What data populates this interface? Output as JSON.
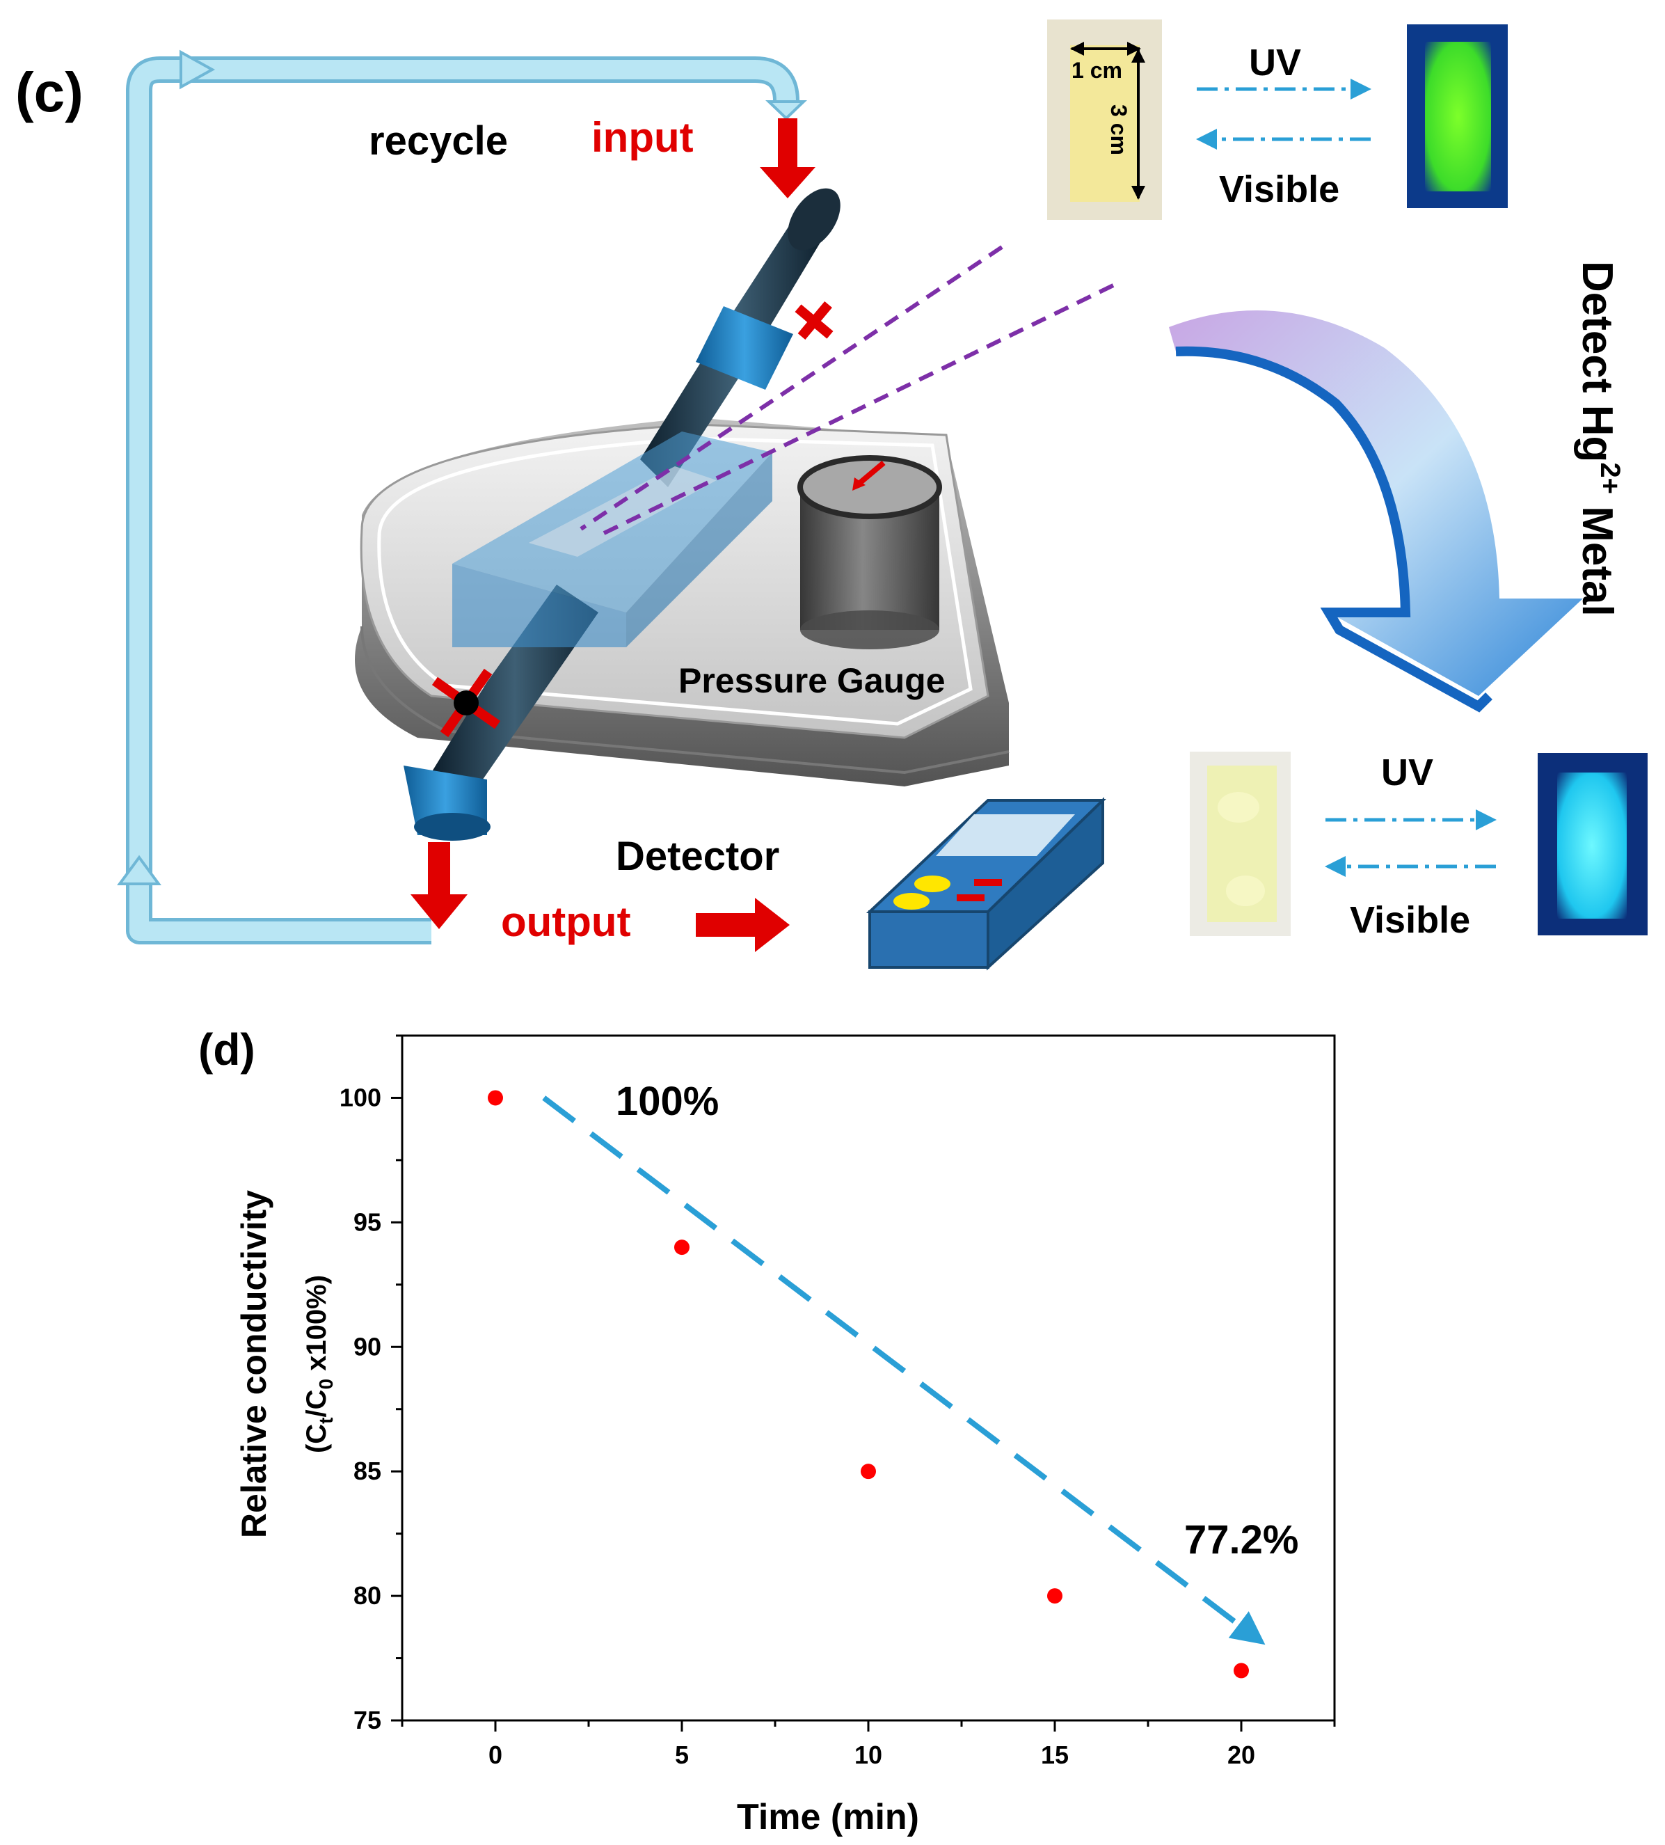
{
  "panel_c": {
    "label": "(c)",
    "recycle": "recycle",
    "input": "input",
    "output": "output",
    "detector": "Detector",
    "pressure_gauge": "Pressure Gauge",
    "detect_text_pre": "Detect Hg",
    "detect_text_sup": "2+",
    "detect_text_post": " Metal",
    "top_pair": {
      "uv": "UV",
      "visible": "Visible",
      "width_label": "1 cm",
      "height_label": "3 cm"
    },
    "bottom_pair": {
      "uv": "UV",
      "visible": "Visible"
    },
    "colors": {
      "pipe": "#1f3b4d",
      "collar": "#1b75b8",
      "flow_arrow": "#e00000",
      "recycle_loop": "#a8dcee",
      "laser": "#7d2fa8",
      "detector_body": "#2f7bc0",
      "strip_plain": "#f3e89a",
      "strip_green_glow": "#3cff3c",
      "strip_cyan_glow": "#28e6f5"
    }
  },
  "panel_d": {
    "label": "(d)",
    "annotation_top": "100%",
    "annotation_bottom": "77.2%",
    "chart_data": {
      "type": "scatter",
      "x": [
        0,
        5,
        10,
        15,
        20
      ],
      "y": [
        100,
        94,
        85,
        80,
        77
      ],
      "xlabel": "Time (min)",
      "ylabel_line1": "Relative conductivity",
      "ylabel_line2_pre": "(C",
      "ylabel_sub1": "t",
      "ylabel_mid": "/C",
      "ylabel_sub2": "0",
      "ylabel_post": " x100%)",
      "xlim": [
        -2.5,
        22.5
      ],
      "ylim": [
        75,
        102.5
      ],
      "xticks": [
        0,
        5,
        10,
        15,
        20
      ],
      "yticks": [
        75,
        80,
        85,
        90,
        95,
        100
      ],
      "trend_line": {
        "from": [
          1.3,
          100
        ],
        "to": [
          20.5,
          78.2
        ]
      },
      "marker_color": "#ff0000",
      "trend_color": "#2a9fd6"
    }
  }
}
